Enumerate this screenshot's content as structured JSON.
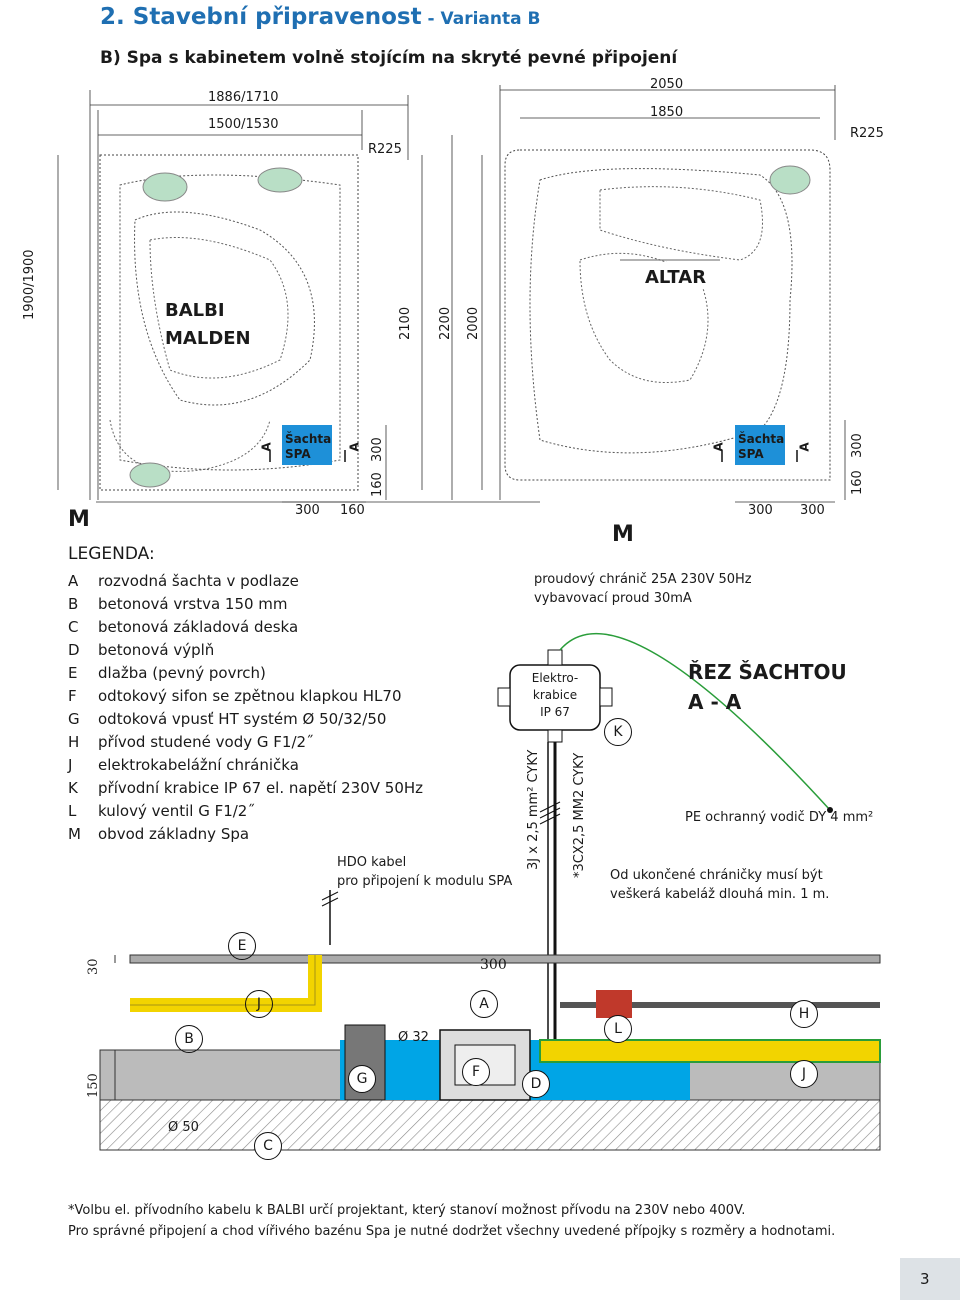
{
  "title": "2. Stavební připravenost",
  "title_variant": " - Varianta B",
  "subtitle": "B) Spa s kabinetem volně stojícím na skryté pevné připojení",
  "dimensions_left": {
    "width_outer": "1886/1710",
    "width_inner": "1500/1530",
    "radius": "R225",
    "height_left": "1900/1900",
    "height_right": "2100",
    "dim_300_v": "300",
    "dim_160_v": "160",
    "dim_300_h": "300",
    "dim_160_h": "160"
  },
  "dimensions_right": {
    "width_outer": "2050",
    "width_inner": "1850",
    "radius": "R225",
    "height_outer": "2200",
    "height_inner": "2000",
    "dim_300_v": "300",
    "dim_160_v": "160",
    "dim_300_h_a": "300",
    "dim_300_h_b": "300"
  },
  "models_left": [
    "BALBI",
    "MALDEN"
  ],
  "model_right": "ALTAR",
  "sachta_label": [
    "Šachta",
    "SPA"
  ],
  "section_marker": "A",
  "m_label": "M",
  "legend": {
    "heading": "LEGENDA:",
    "items": [
      {
        "key": "A",
        "text": "rozvodná šachta v podlaze"
      },
      {
        "key": "B",
        "text": "betonová vrstva 150 mm"
      },
      {
        "key": "C",
        "text": "betonová základová deska"
      },
      {
        "key": "D",
        "text": "betonová výplň"
      },
      {
        "key": "E",
        "text": "dlažba (pevný povrch)"
      },
      {
        "key": "F",
        "text": "odtokový sifon se zpětnou klapkou HL70"
      },
      {
        "key": "G",
        "text": "odtoková vpusť HT systém Ø 50/32/50"
      },
      {
        "key": "H",
        "text": "přívod studené vody G  F1/2˝"
      },
      {
        "key": "J",
        "text": "elektrokabelážní chránička"
      },
      {
        "key": "K",
        "text": "přívodní krabice IP 67 el. napětí 230V 50Hz"
      },
      {
        "key": "L",
        "text": "kulový ventil G F1/2˝"
      },
      {
        "key": "M",
        "text": "obvod základny Spa"
      }
    ]
  },
  "breaker_note": [
    "proudový chránič 25A 230V 50Hz",
    "vybavovací proud 30mA"
  ],
  "box_label": [
    "Elektro-",
    "krabice",
    "IP 67"
  ],
  "k_label": "K",
  "section_title": [
    "ŘEZ ŠACHTOU",
    "A - A"
  ],
  "pe_note": "PE ochranný vodič DY 4 mm²",
  "cable_note": [
    "Od ukončené chráničky musí být",
    "veškerá kabeláž dlouhá min. 1 m."
  ],
  "hdo_note": [
    "HDO kabel",
    "pro připojení k modulu SPA"
  ],
  "cable_3j": "3J x 2,5 mm² CYKY",
  "cable_3cx": "*3CX2,5 MM2 CYKY",
  "section_labels": {
    "E": "E",
    "J1": "J",
    "B": "B",
    "G": "G",
    "F": "F",
    "A": "A",
    "D": "D",
    "L": "L",
    "H": "H",
    "J2": "J",
    "C": "C",
    "d300": "300",
    "d30": "30",
    "d150": "150",
    "dia32": "Ø 32",
    "dia50": "Ø 50"
  },
  "footnotes": [
    "*Volbu el. přívodního kabelu k BALBI určí projektant, který stanoví možnost přívodu na 230V nebo 400V.",
    "Pro správné připojení a chod vířivého bazénu Spa je nutné dodržet všechny uvedené přípojky s rozměry a hodnotami."
  ],
  "page_number": "3",
  "colors": {
    "title": "#1f6fb2",
    "shaft_blue": "#1e90d8",
    "concrete_fill": "#00a5e6",
    "green_pad": "#b9dfc6",
    "yellow_duct": "#f2d400",
    "hatch": "#888888"
  }
}
